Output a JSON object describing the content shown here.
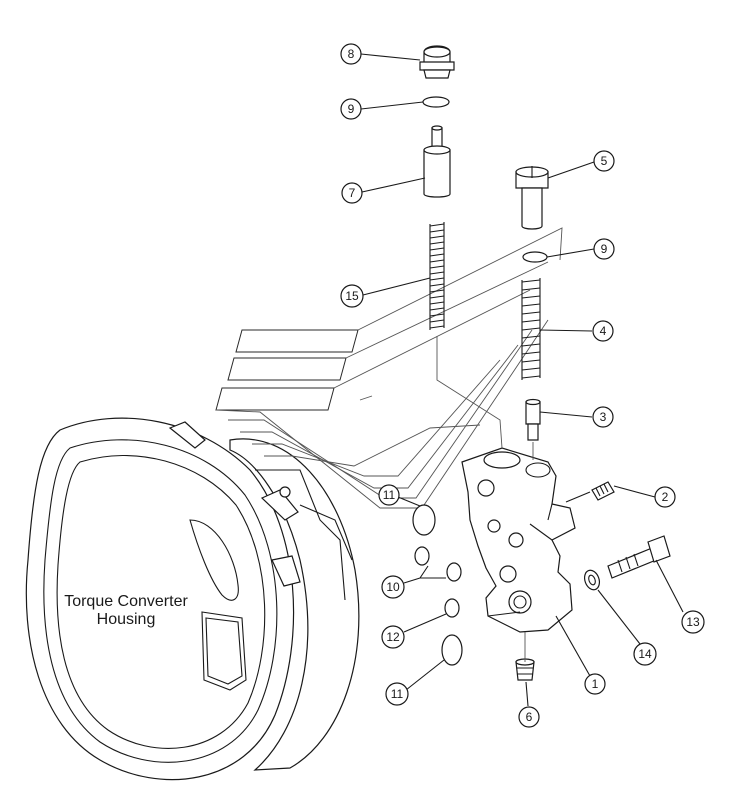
{
  "housing_label": {
    "line1": "Torque Converter",
    "line2": "Housing"
  },
  "callouts": [
    "8",
    "9",
    "7",
    "5",
    "9",
    "15",
    "4",
    "3",
    "2",
    "11",
    "10",
    "13",
    "14",
    "12",
    "1",
    "11",
    "6"
  ],
  "colors": {
    "ink": "#1a1a1a",
    "background": "#ffffff"
  }
}
